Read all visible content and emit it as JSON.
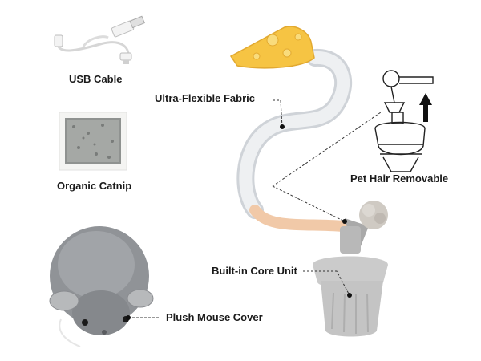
{
  "labels": {
    "usb_cable": "USB Cable",
    "organic_catnip": "Organic Catnip",
    "plush_mouse_cover": "Plush Mouse Cover",
    "ultra_flexible_fabric": "Ultra-Flexible Fabric",
    "built_in_core_unit": "Built-in Core Unit",
    "pet_hair_removable": "Pet Hair Removable"
  },
  "colors": {
    "label_text": "#1a1a1a",
    "cheese": "#f6c443",
    "tube": "#e6e8ec",
    "core_unit": "#c9c9c9",
    "mouse_fur": "#8d8f93",
    "pompom": "#cfcac3",
    "leader_dot": "#111111"
  },
  "icons": [
    "usb-cable-illustration",
    "catnip-pouch-illustration",
    "plush-mouse-illustration",
    "cheese-toy-illustration",
    "flexible-wand-illustration",
    "core-unit-illustration",
    "pet-hair-diagram-illustration",
    "up-arrow-icon"
  ]
}
